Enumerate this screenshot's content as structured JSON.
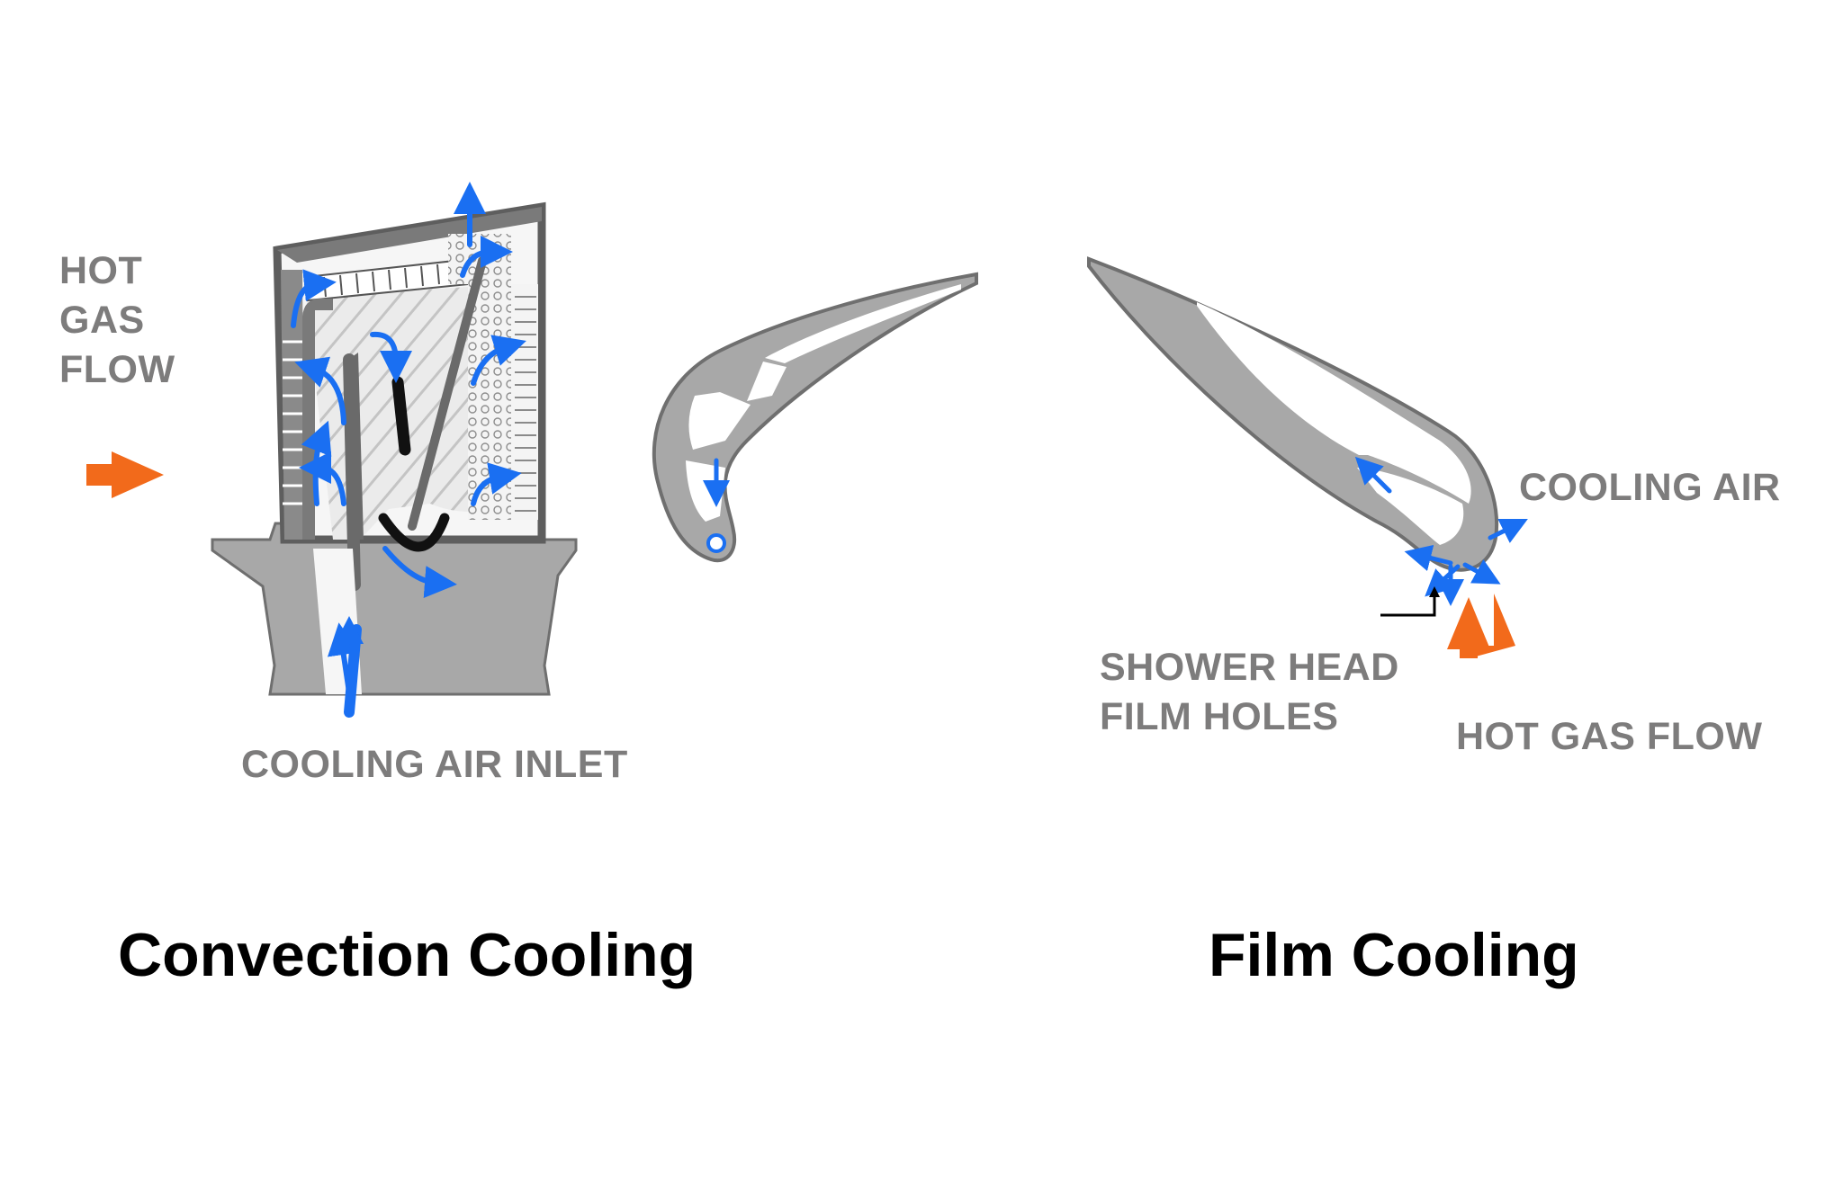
{
  "colors": {
    "blade_fill": "#a8a8a8",
    "blade_dark": "#6f6f6f",
    "cooling_arrow": "#1a6ff2",
    "hot_gas_arrow": "#f26a1b",
    "label_gray": "#7d7c7c",
    "caption_black": "#000000"
  },
  "left_panel": {
    "hot_gas_lines": [
      "HOT",
      "GAS",
      "FLOW"
    ],
    "cooling_air_inlet": "COOLING AIR INLET",
    "caption": "Convection Cooling"
  },
  "right_panel": {
    "cooling_air": "COOLING AIR",
    "shower_head_lines": [
      "SHOWER HEAD",
      "FILM HOLES"
    ],
    "hot_gas_flow": "HOT GAS FLOW",
    "caption": "Film Cooling"
  },
  "icons": [
    "hot-gas-arrow-icon",
    "cooling-arrow-icon",
    "turbine-blade-section-icon",
    "airfoil-cross-section-icon"
  ]
}
